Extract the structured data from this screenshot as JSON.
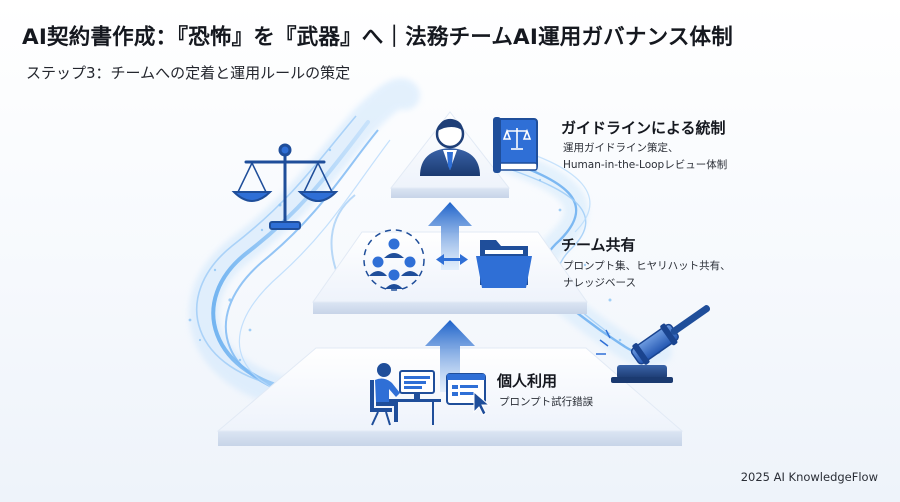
{
  "header": {
    "title": "AI契約書作成：『恐怖』を『武器』へ｜法務チームAI運用ガバナンス体制",
    "subtitle": "ステップ3：チームへの定着と運用ルールの策定"
  },
  "levels": [
    {
      "title": "ガイドラインによる統制",
      "desc": [
        "運用ガイドライン策定、",
        "Human-in-the-Loopレビュー体制"
      ]
    },
    {
      "title": "チーム共有",
      "desc": [
        "プロンプト集、ヒヤリハット共有、",
        "ナレッジベース"
      ]
    },
    {
      "title": "個人利用",
      "desc": [
        "プロンプト試行錯誤"
      ]
    }
  ],
  "icons": {
    "scale": "balance-scale-icon",
    "gavel": "gavel-icon",
    "manager": "manager-avatar-icon",
    "book": "guideline-book-icon",
    "team": "team-meeting-icon",
    "folder": "shared-folder-icon",
    "worker": "desk-worker-icon",
    "prompt": "prompt-window-icon"
  },
  "colors": {
    "accent": "#2f6fd6",
    "accent_light": "#8fc0f2",
    "navy": "#1f3f78",
    "tier": "#ffffff"
  },
  "footer": "2025 AI KnowledgeFlow"
}
